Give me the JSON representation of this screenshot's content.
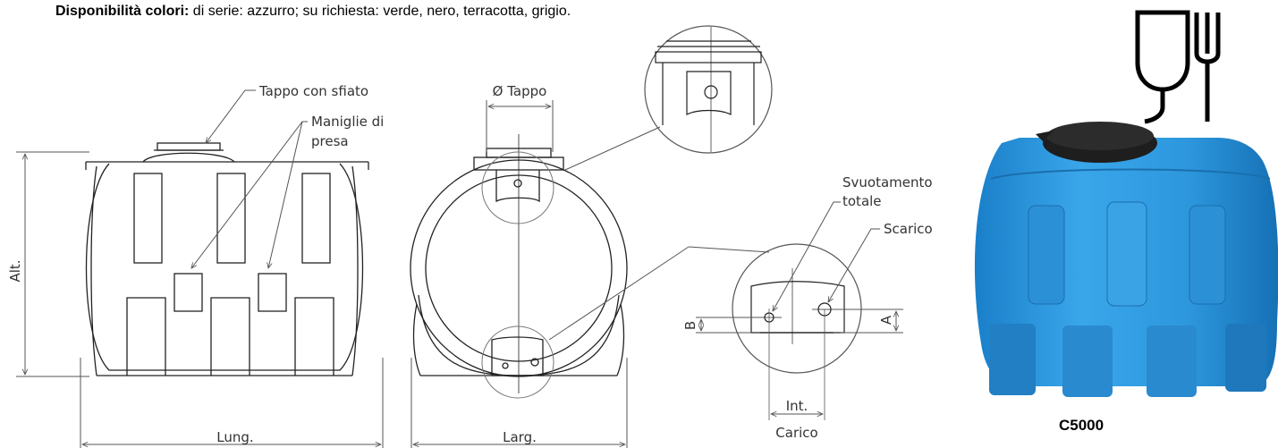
{
  "header": {
    "label": "Disponibilità colori:",
    "text": " di serie: azzurro; su richiesta:  verde, nero, terracotta, grigio."
  },
  "labels": {
    "tappo_sfiato": "Tappo con sfiato",
    "maniglie_1": "Maniglie di",
    "maniglie_2": "presa",
    "alt": "Alt.",
    "lung": "Lung.",
    "tappo_diam": "Ø Tappo",
    "larg": "Larg.",
    "svuotamento_1": "Svuotamento",
    "svuotamento_2": "totale",
    "scarico": "Scarico",
    "b": "B",
    "a": "A",
    "int": "Int.",
    "carico": "Carico"
  },
  "icons": [
    "food-safe-glass-fork-icon"
  ],
  "product": {
    "model": "C5000",
    "tank_color": "#2f9ce0",
    "cap_color": "#1e1e1e"
  }
}
